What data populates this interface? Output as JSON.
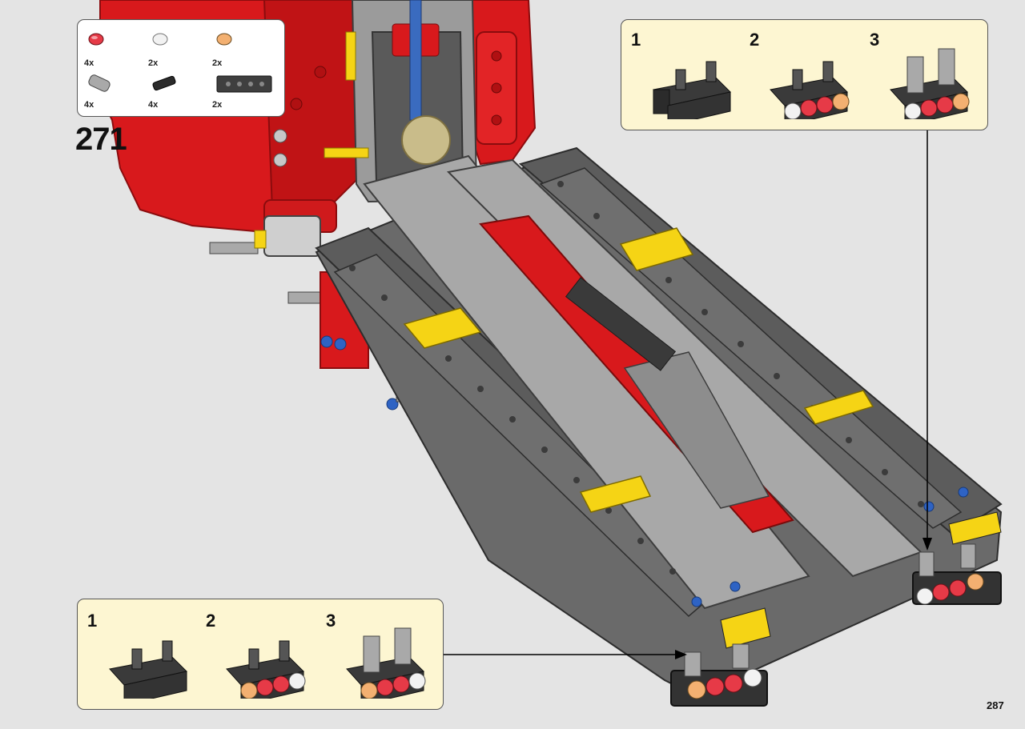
{
  "step_number": "271",
  "page_number": "287",
  "parts": [
    {
      "name": "red-transparent-round-tile",
      "qty": "4x",
      "color": "#e63a47"
    },
    {
      "name": "white-transparent-round-tile",
      "qty": "2x",
      "color": "#f2f2f2"
    },
    {
      "name": "orange-transparent-round-tile",
      "qty": "2x",
      "color": "#f3b071"
    },
    {
      "name": "light-gray-bush",
      "qty": "4x",
      "color": "#a9a9a9"
    },
    {
      "name": "black-axle-connector",
      "qty": "4x",
      "color": "#2b2b2b"
    },
    {
      "name": "dark-gray-technic-brick-1x4",
      "qty": "2x",
      "color": "#3f3f3f"
    }
  ],
  "sub_steps_top": [
    "1",
    "2",
    "3"
  ],
  "sub_steps_bottom": [
    "1",
    "2",
    "3"
  ],
  "colors": {
    "background": "#e4e4e4",
    "callout_background": "#fdf6d2",
    "model_red": "#d8191c",
    "dark_gray": "#5b5b5b",
    "light_gray": "#a8a8a8",
    "yellow": "#f5d415"
  }
}
